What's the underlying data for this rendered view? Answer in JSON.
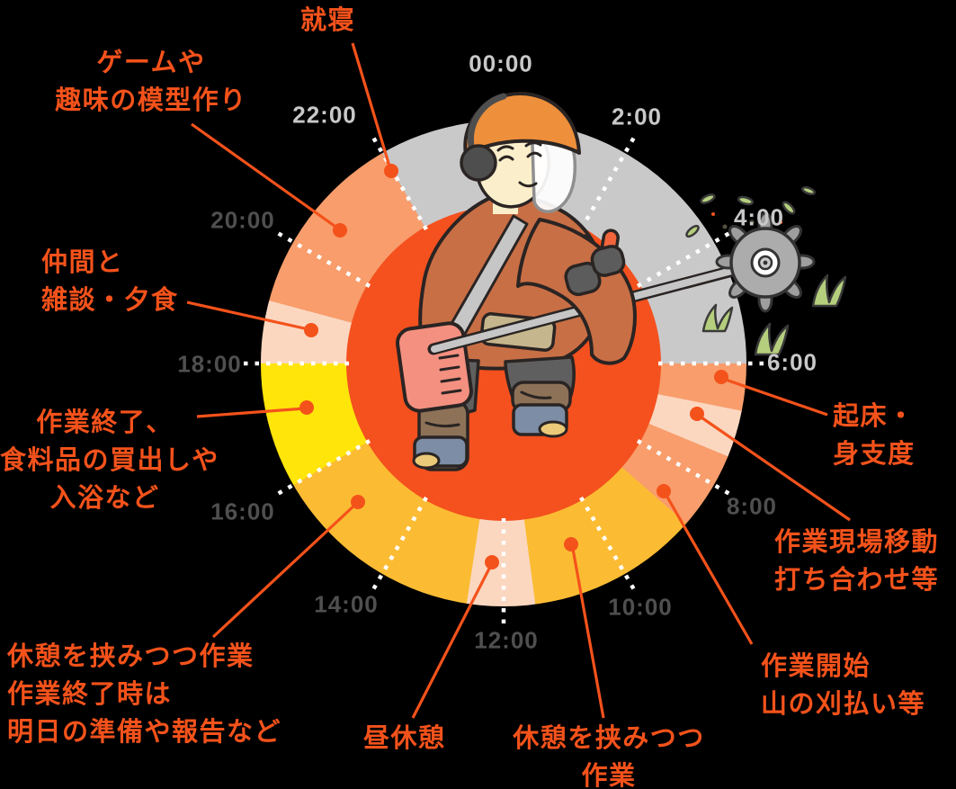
{
  "colors": {
    "background": "#000000",
    "center_circle": "#F4511E",
    "callout": "#F4521B",
    "tick_line": "#FFFFFF",
    "time_light": "#C8C8C8",
    "time_dark": "#4F4F4F",
    "sleep_gray": "#C9C9CA",
    "salmon": "#F89D6B",
    "peach": "#FBD7C0",
    "amber": "#FBBC33",
    "yellow": "#FFE50A"
  },
  "chart_data": {
    "type": "pie",
    "description": "24-hour circular daily schedule of a forestry worker; clock-style donut, 00:00 at top, clockwise",
    "legend_position": "callout-labels around ring",
    "segments": [
      {
        "label": "就寝",
        "start": "22:00",
        "end": "6:00",
        "color": "#C9C9CA"
      },
      {
        "label": "起床・身支度",
        "start": "6:00",
        "end": "6:45",
        "color": "#F89D6B"
      },
      {
        "label": "作業現場移動 打ち合わせ等",
        "start": "6:45",
        "end": "7:30",
        "color": "#FBD7C0"
      },
      {
        "label": "作業開始 山の刈払い等",
        "start": "7:30",
        "end": "8:45",
        "color": "#F89D6B"
      },
      {
        "label": "休憩を挟みつつ作業",
        "start": "8:45",
        "end": "11:30",
        "color": "#FBBC33"
      },
      {
        "label": "昼休憩",
        "start": "11:30",
        "end": "12:35",
        "color": "#FBD7C0"
      },
      {
        "label": "休憩を挟みつつ作業 作業終了時は明日の準備や報告など",
        "start": "12:35",
        "end": "16:00",
        "color": "#FBBC33"
      },
      {
        "label": "作業終了、食料品の買出しや入浴など",
        "start": "16:00",
        "end": "18:00",
        "color": "#FFE50A"
      },
      {
        "label": "仲間と雑談・夕食",
        "start": "18:00",
        "end": "19:00",
        "color": "#FBD7C0"
      },
      {
        "label": "ゲームや趣味の模型作り",
        "start": "19:00",
        "end": "22:00",
        "color": "#F89D6B"
      }
    ],
    "hour_ticks": [
      {
        "label": "00:00",
        "tone": "light"
      },
      {
        "label": "2:00",
        "tone": "light"
      },
      {
        "label": "4:00",
        "tone": "light"
      },
      {
        "label": "6:00",
        "tone": "light"
      },
      {
        "label": "8:00",
        "tone": "dark"
      },
      {
        "label": "10:00",
        "tone": "dark"
      },
      {
        "label": "12:00",
        "tone": "dark"
      },
      {
        "label": "14:00",
        "tone": "dark"
      },
      {
        "label": "16:00",
        "tone": "dark"
      },
      {
        "label": "18:00",
        "tone": "dark"
      },
      {
        "label": "20:00",
        "tone": "dark"
      },
      {
        "label": "22:00",
        "tone": "light"
      }
    ]
  },
  "callouts": [
    {
      "lines": [
        "就寝"
      ]
    },
    {
      "lines": [
        "ゲームや",
        "趣味の模型作り"
      ]
    },
    {
      "lines": [
        "仲間と",
        "雑談・夕食"
      ]
    },
    {
      "lines": [
        "作業終了、",
        "食料品の買出しや",
        "入浴など"
      ]
    },
    {
      "lines": [
        "休憩を挟みつつ作業",
        "作業終了時は",
        "明日の準備や報告など"
      ]
    },
    {
      "lines": [
        "昼休憩"
      ]
    },
    {
      "lines": [
        "休憩を挟みつつ",
        "作業"
      ]
    },
    {
      "lines": [
        "作業開始",
        "山の刈払い等"
      ]
    },
    {
      "lines": [
        "作業現場移動",
        "打ち合わせ等"
      ]
    },
    {
      "lines": [
        "起床・",
        "身支度"
      ]
    }
  ],
  "illustration": "forestry worker with orange helmet, face shield, ear muffs, holding a brush cutter; rotary blade and grass tufts at right"
}
